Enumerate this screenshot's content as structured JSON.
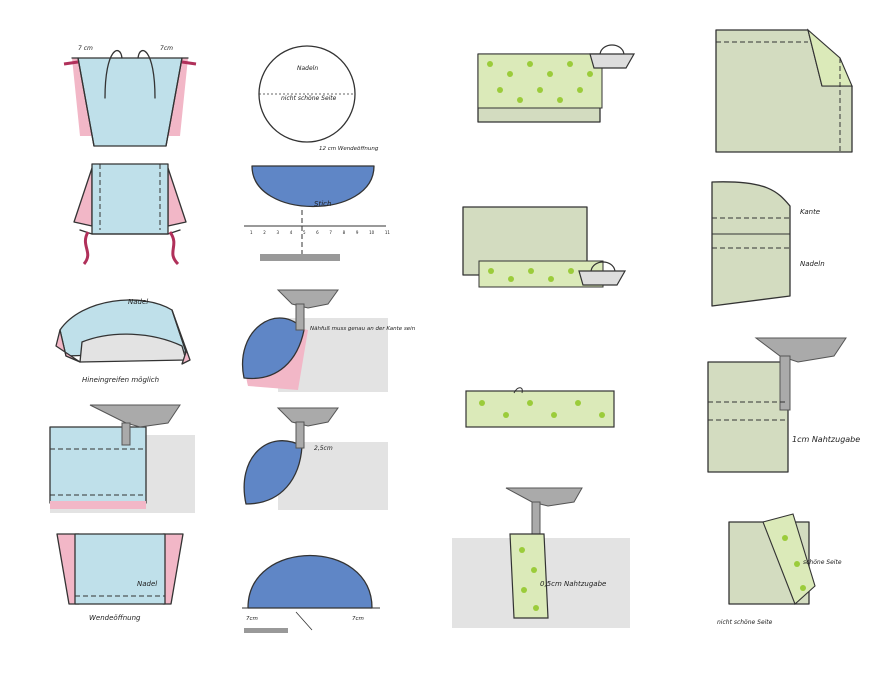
{
  "palette": {
    "light_blue": "#bfe0ea",
    "dark_blue": "#5f86c6",
    "pink": "#f2b7c7",
    "sage": "#d3dcc0",
    "green_star": "#9bcc3a",
    "grey": "#e3e3e3"
  },
  "labels": {
    "bag_top_left": "7 cm",
    "bag_top_right": "7cm",
    "circle_top": "Nadeln",
    "circle_mid": "nicht schöne Seite",
    "circle_bottom": "12 cm Wendeöffnung",
    "half_circle_stitch": "Stich",
    "nadel_1": "Nadel",
    "hineingreifen": "Hineingreifen möglich",
    "foot_note": "Nähfuß muss genau an der Kante sein",
    "distance": "2,5cm",
    "nadel_2": "Nadel",
    "wendeoeffnung": "Wendeöffnung",
    "half_left": "7cm",
    "half_right": "7cm",
    "seam_05": "0,5cm Nahtzugabe",
    "kante": "Kante",
    "nadeln": "Nadeln",
    "seam_1": "1cm Nahtzugabe",
    "schoene_seite": "schöne Seite",
    "nicht_schoene_seite": "nicht schöne Seite"
  },
  "ruler_ticks": [
    "1",
    "2",
    "3",
    "4",
    "5",
    "6",
    "7",
    "8",
    "9",
    "10",
    "11"
  ]
}
